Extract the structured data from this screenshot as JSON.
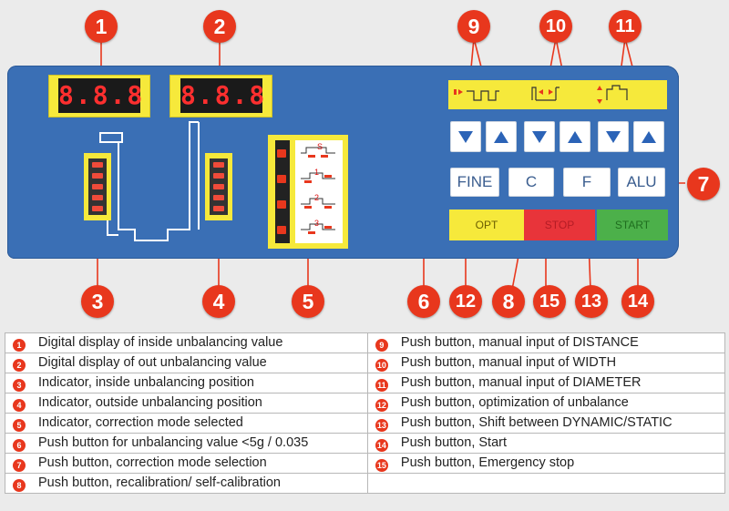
{
  "displays": {
    "inside": "8.8.8",
    "outside": "8.8.8"
  },
  "mode_labels": [
    "S",
    "1",
    "2",
    "3"
  ],
  "keys": {
    "fine": "FINE",
    "c": "C",
    "f": "F",
    "alu": "ALU",
    "opt": "OPT",
    "stop": "STOP",
    "start": "START"
  },
  "callouts": [
    "1",
    "2",
    "3",
    "4",
    "5",
    "6",
    "7",
    "8",
    "9",
    "10",
    "11",
    "12",
    "13",
    "14",
    "15"
  ],
  "legend": {
    "left": [
      {
        "num": "1",
        "text": "Digital display of inside unbalancing value"
      },
      {
        "num": "2",
        "text": "Digital display of out unbalancing value"
      },
      {
        "num": "3",
        "text": "Indicator, inside unbalancing position"
      },
      {
        "num": "4",
        "text": "Indicator, outside unbalancing position"
      },
      {
        "num": "5",
        "text": "Indicator, correction mode selected"
      },
      {
        "num": "6",
        "text": "Push button for unbalancing value <5g / 0.035"
      },
      {
        "num": "7",
        "text": "Push button, correction mode selection"
      },
      {
        "num": "8",
        "text": "Push button, recalibration/ self-calibration"
      }
    ],
    "right": [
      {
        "num": "9",
        "text": "Push button, manual input of DISTANCE"
      },
      {
        "num": "10",
        "text": "Push button, manual input of WIDTH"
      },
      {
        "num": "11",
        "text": "Push button, manual input of DIAMETER"
      },
      {
        "num": "12",
        "text": "Push button, optimization of unbalance"
      },
      {
        "num": "13",
        "text": "Push button, Shift between DYNAMIC/STATIC"
      },
      {
        "num": "14",
        "text": "Push button, Start"
      },
      {
        "num": "15",
        "text": "Push button, Emergency stop"
      },
      {
        "num": "",
        "text": ""
      }
    ]
  },
  "colors": {
    "panel": "#3a6fb5",
    "callout": "#e8371d",
    "bezel": "#f6e93b",
    "stop": "#e8343a",
    "start": "#4cb04a",
    "opt": "#f6e93b"
  }
}
